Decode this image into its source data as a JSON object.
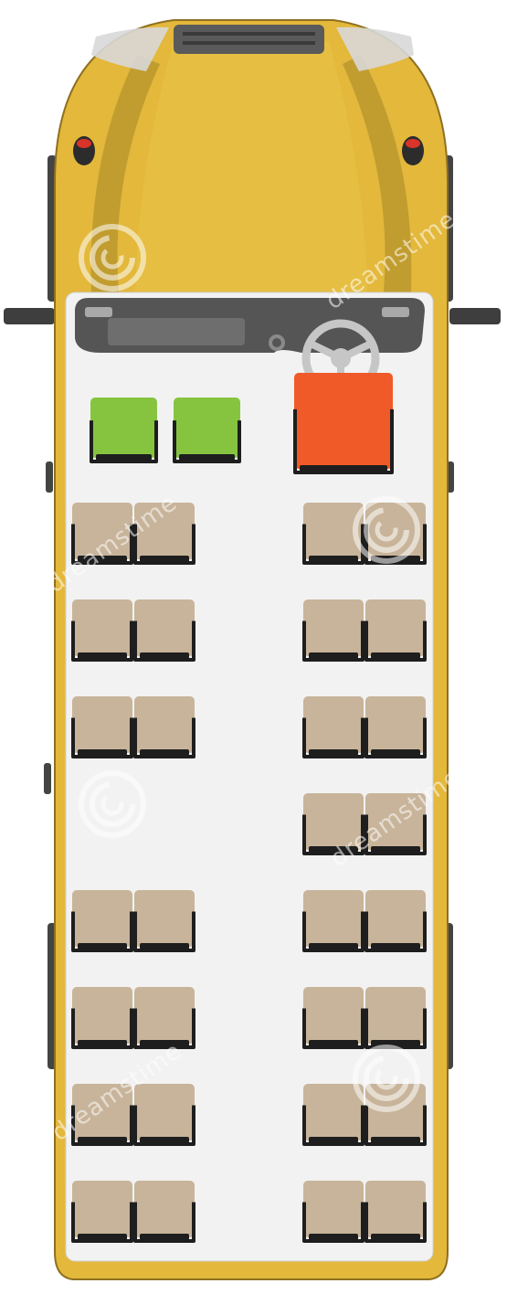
{
  "colors": {
    "body_yellow": "#E3B83B",
    "body_outline": "#9C7A1C",
    "floor": "#F2F2F2",
    "dash": "#555555",
    "seat_passenger": "#C8B49A",
    "seat_front": "#86C440",
    "seat_driver": "#F05A28",
    "steering": "#C8C8C8"
  },
  "icons": [
    "steering-wheel-icon",
    "watermark-spiral-icon"
  ],
  "seat_layout": {
    "front_passenger_seats": 2,
    "driver_seat": 1,
    "left_double_rows": 7,
    "right_double_rows": 8,
    "empty_left_row_index": 3
  },
  "watermark_text": "dreamstime"
}
